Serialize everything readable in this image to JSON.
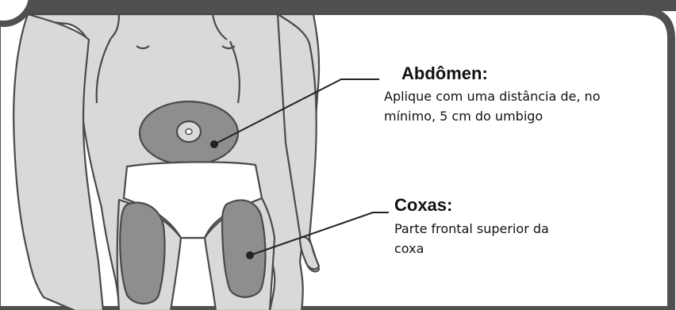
{
  "step_number": "",
  "colors": {
    "panel_border": "#505050",
    "panel_fill": "#ffffff",
    "skin": "#d9d9d9",
    "outline": "#4a4a4a",
    "injection_zone": "#8e8e8e",
    "underwear": "#ffffff",
    "leader_line": "#222222"
  },
  "icons": [
    "body-silhouette-icon",
    "navel-icon",
    "nipple-icon"
  ],
  "labels": {
    "abdomen": {
      "title": "Abdômen:",
      "description": "Aplique com uma distância de, no mínimo, 5 cm do umbigo"
    },
    "thighs": {
      "title": "Coxas:",
      "description": "Parte frontal superior da coxa"
    }
  }
}
